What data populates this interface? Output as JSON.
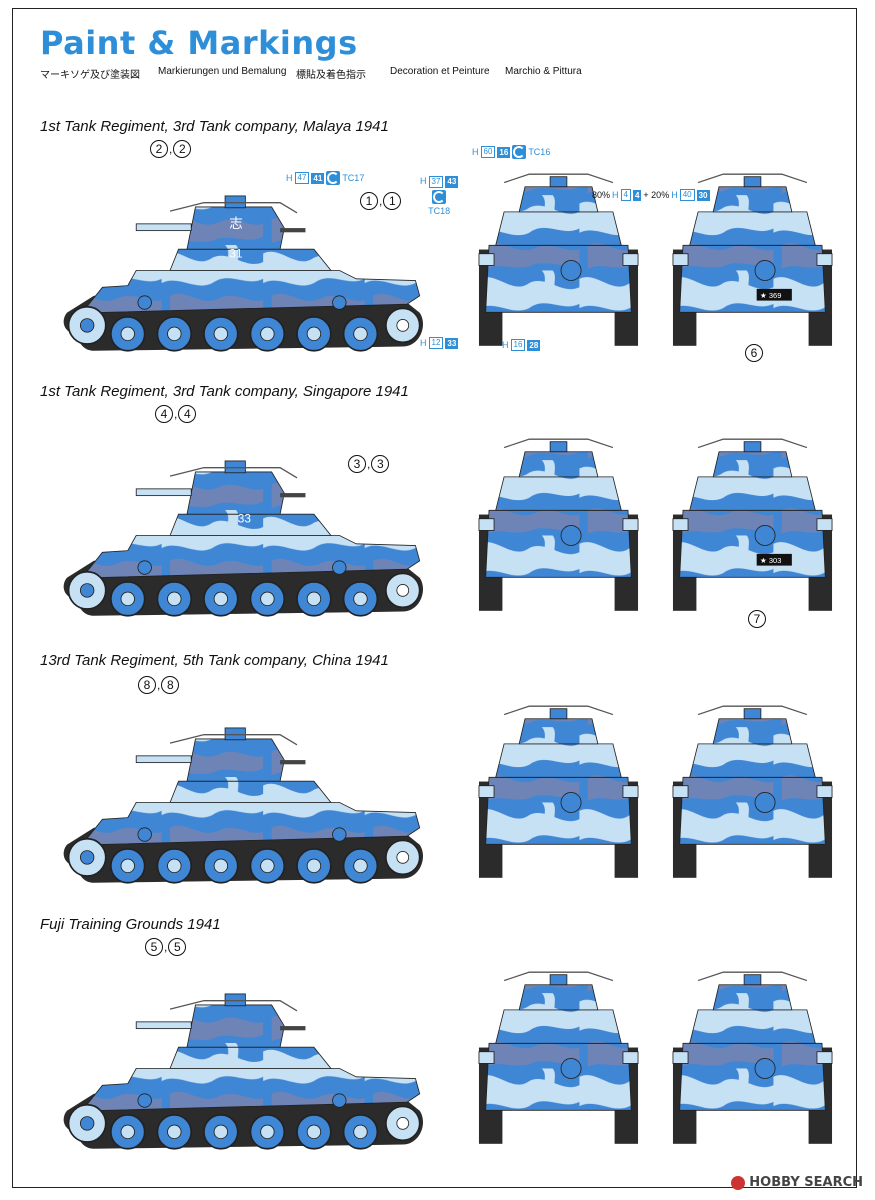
{
  "title": "Paint & Markings",
  "languages": [
    "マーキソゲ及び塗装図",
    "Markierungen und Bemalung",
    "標貼及着色指示",
    "Decoration et Peinture",
    "Marchio & Pittura"
  ],
  "colors": {
    "accent": "#2e8fd8",
    "camo_light": "#c6e0f4",
    "camo_mid": "#3f86d4",
    "camo_dark": "#6f84b6",
    "track": "#2b2b2b"
  },
  "sections": [
    {
      "title": "1st Tank Regiment, 3rd Tank company, Malaya 1941",
      "turret_marking": "志",
      "hull_number": "31",
      "callouts": [
        {
          "n": "2",
          "label": "2",
          "pair": true
        },
        {
          "n": "1",
          "label": "1",
          "pair": true
        },
        {
          "n": "6",
          "label": "6",
          "pair": false
        }
      ],
      "plate": "★ 369",
      "paint_chips": [
        {
          "h": "H",
          "n1": "47",
          "n2": "41",
          "tc": "TC17"
        },
        {
          "h": "H",
          "n1": "37",
          "n2": "43",
          "tc": "TC18"
        },
        {
          "h": "H",
          "n1": "60",
          "n2": "16",
          "tc": "TC16"
        },
        {
          "h": "H",
          "n1": "12",
          "n2": "33"
        },
        {
          "h": "H",
          "n1": "16",
          "n2": "28"
        },
        {
          "mix_a": "80%",
          "h": "H",
          "n1": "4",
          "n2": "4",
          "mix_b": "+ 20%",
          "h2": "H",
          "n3": "40",
          "n4": "30"
        }
      ]
    },
    {
      "title": "1st Tank Regiment, 3rd Tank company, Singapore 1941",
      "hull_number": "33",
      "callouts": [
        {
          "n": "4",
          "label": "4",
          "pair": true
        },
        {
          "n": "3",
          "label": "3",
          "pair": true
        },
        {
          "n": "7",
          "label": "7",
          "pair": false
        }
      ],
      "plate": "★ 303"
    },
    {
      "title": "13rd Tank Regiment, 5th Tank company, China 1941",
      "callouts": [
        {
          "n": "8",
          "label": "8",
          "pair": true
        }
      ]
    },
    {
      "title": "Fuji Training Grounds 1941",
      "callouts": [
        {
          "n": "5",
          "label": "5",
          "pair": true
        }
      ]
    }
  ],
  "watermark": "HOBBY SEARCH"
}
